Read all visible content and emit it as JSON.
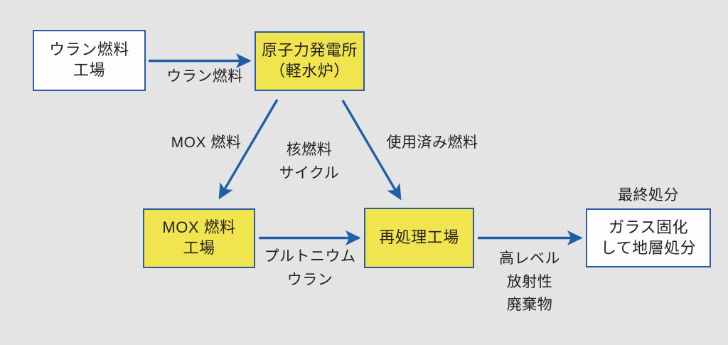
{
  "diagram": {
    "title": "核燃料サイクル",
    "colors": {
      "background": "#e4e4e4",
      "border": "#2b5ba8",
      "arrow": "#1f5fa8",
      "fill_yellow": "#f0e44f",
      "fill_white": "#fdfdfd",
      "text": "#231f20"
    },
    "nodes": [
      {
        "id": "uranium-fuel-plant",
        "fill": "white",
        "lines": [
          "ウラン燃料",
          "工場"
        ]
      },
      {
        "id": "nuclear-power-plant",
        "fill": "yellow",
        "lines": [
          "原子力発電所",
          "（軽水炉）"
        ]
      },
      {
        "id": "mox-fuel-plant",
        "fill": "yellow",
        "lines": [
          "MOX 燃料",
          "工場"
        ]
      },
      {
        "id": "reprocessing-plant",
        "fill": "yellow",
        "lines": [
          "再処理工場"
        ]
      },
      {
        "id": "final-disposal",
        "fill": "white",
        "lines": [
          "ガラス固化",
          "して地層処分"
        ]
      }
    ],
    "edge_labels": [
      {
        "id": "uranium-fuel",
        "lines": [
          "ウラン燃料"
        ]
      },
      {
        "id": "mox-fuel",
        "lines": [
          "MOX 燃料"
        ]
      },
      {
        "id": "fuel-cycle",
        "lines": [
          "核燃料",
          "サイクル"
        ]
      },
      {
        "id": "spent-fuel",
        "lines": [
          "使用済み燃料"
        ]
      },
      {
        "id": "plutonium-uranium",
        "lines": [
          "プルトニウム",
          "ウラン"
        ]
      },
      {
        "id": "high-level-waste",
        "lines": [
          "高レベル",
          "放射性",
          "廃棄物"
        ]
      }
    ],
    "captions": [
      {
        "id": "final-disposal",
        "text": "最終処分"
      }
    ]
  }
}
